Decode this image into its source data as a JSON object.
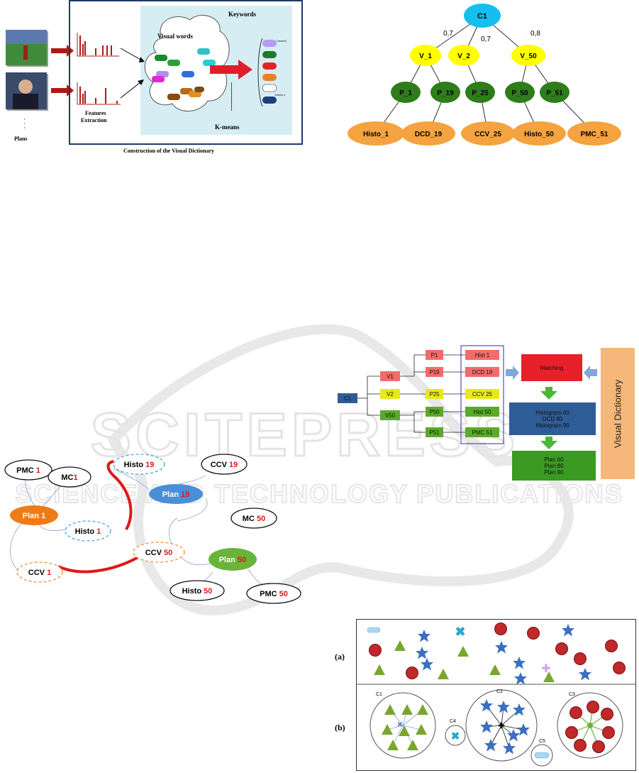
{
  "watermark": {
    "brand": "SCITEPRESS",
    "tagline": "SCIENCE AND TECHNOLOGY PUBLICATIONS"
  },
  "dictionary_fig": {
    "caption": "Construction of the Visual Dictionary",
    "plans_label": "Plans",
    "features_label": "Features",
    "extraction_label": "Extraction",
    "keywords_label": "Keywords",
    "visual_words_label": "Visual words",
    "kmeans_label": "K-means",
    "centre1_label": "Centre1",
    "centren_label": "Centre n",
    "word_colors": [
      "#1a8a2a",
      "#2ec4c4",
      "#1fd3d3",
      "#b68cf0",
      "#e02ad0",
      "#2f6fe0",
      "#b86a1a",
      "#8a4a10",
      "#e09020"
    ],
    "keyword_colors": [
      "#b79bf0",
      "#1e7b28",
      "#e0242a",
      "#e8822a",
      "#ffffff",
      "#1f3f7a"
    ]
  },
  "tree_fig": {
    "root": "C1",
    "weights": [
      "0,7",
      "0,7",
      "0,8"
    ],
    "level1": [
      "V_1",
      "V_2",
      "V_50"
    ],
    "level2": [
      "P_1",
      "P_19",
      "P_25",
      "P_50",
      "P_51"
    ],
    "level3": [
      "Histo_1",
      "DCD_19",
      "CCV_25",
      "Histo_50",
      "PMC_51"
    ],
    "colors": {
      "root": "#14bff0",
      "level1": "#ffff00",
      "level2": "#2e7d1a",
      "level3": "#f4a340"
    }
  },
  "flow_fig": {
    "root": "C1",
    "v_nodes": [
      "V1",
      "V2",
      "V50"
    ],
    "p_nodes": [
      "P1",
      "P19",
      "P25",
      "P50",
      "P51"
    ],
    "d_nodes": [
      "Hist 1",
      "DCD 19",
      "CCV 25",
      "Hist 50",
      "PMC 51"
    ],
    "matching": "Matching",
    "histogram_lines": [
      "Histogram 60",
      "DCD 80",
      "Histogram 90"
    ],
    "plan_lines": [
      "Plan 60",
      "Plan 80",
      "Plan 90"
    ],
    "visual_dictionary": "Visual Dictionary",
    "colors": {
      "red": "#f26b6b",
      "yellow": "#e8e81a",
      "green": "#5aab2a",
      "blue": "#2e5c96",
      "orange": "#f6b77a",
      "matching": "#e8202a"
    }
  },
  "graph_fig": {
    "nodes": [
      {
        "name": "PMC",
        "num": "1"
      },
      {
        "name": "MC",
        "num": "1"
      },
      {
        "name": "Plan",
        "num": "1"
      },
      {
        "name": "Histo",
        "num": "1"
      },
      {
        "name": "CCV",
        "num": "1"
      },
      {
        "name": "Histo",
        "num": "19"
      },
      {
        "name": "CCV",
        "num": "19"
      },
      {
        "name": "Plan",
        "num": "19"
      },
      {
        "name": "MC",
        "num": "50"
      },
      {
        "name": "CCV",
        "num": "50"
      },
      {
        "name": "Plan",
        "num": "50"
      },
      {
        "name": "Histo",
        "num": "50"
      },
      {
        "name": "PMC",
        "num": "50"
      }
    ]
  },
  "cluster_fig": {
    "row_a_label": "(a)",
    "row_b_label": "(b)",
    "clusters": [
      "C1",
      "C2",
      "C3",
      "C4",
      "C5"
    ]
  }
}
